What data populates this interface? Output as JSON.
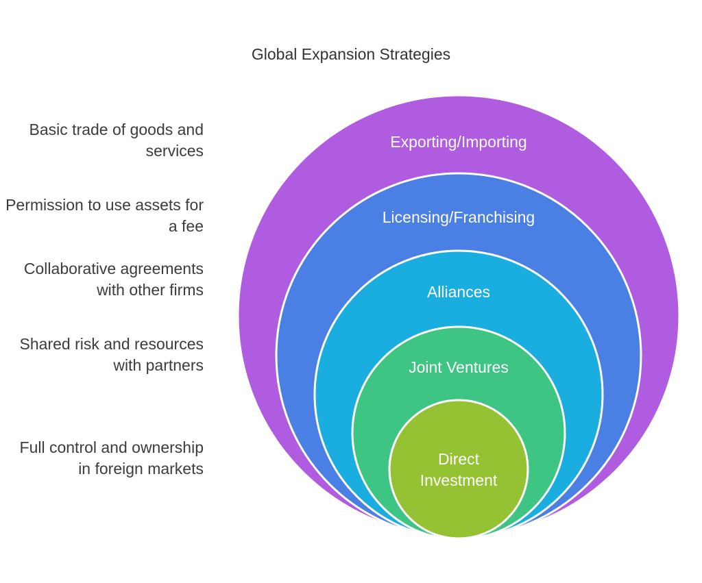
{
  "title": "Global Expansion Strategies",
  "levels": [
    {
      "label": "Exporting/Importing",
      "label_line2": "",
      "description": "Basic trade of goods and services",
      "color": "#b05ce0"
    },
    {
      "label": "Licensing/Franchising",
      "label_line2": "",
      "description": "Permission to use assets for a fee",
      "color": "#4a7fe3"
    },
    {
      "label": "Alliances",
      "label_line2": "",
      "description": "Collaborative agreements with other firms",
      "color": "#19ade0"
    },
    {
      "label": "Joint Ventures",
      "label_line2": "",
      "description": "Shared risk and resources with partners",
      "color": "#3ec583"
    },
    {
      "label": "Direct",
      "label_line2": "Investment",
      "description": "Full control and ownership in foreign markets",
      "color": "#94c232"
    }
  ]
}
